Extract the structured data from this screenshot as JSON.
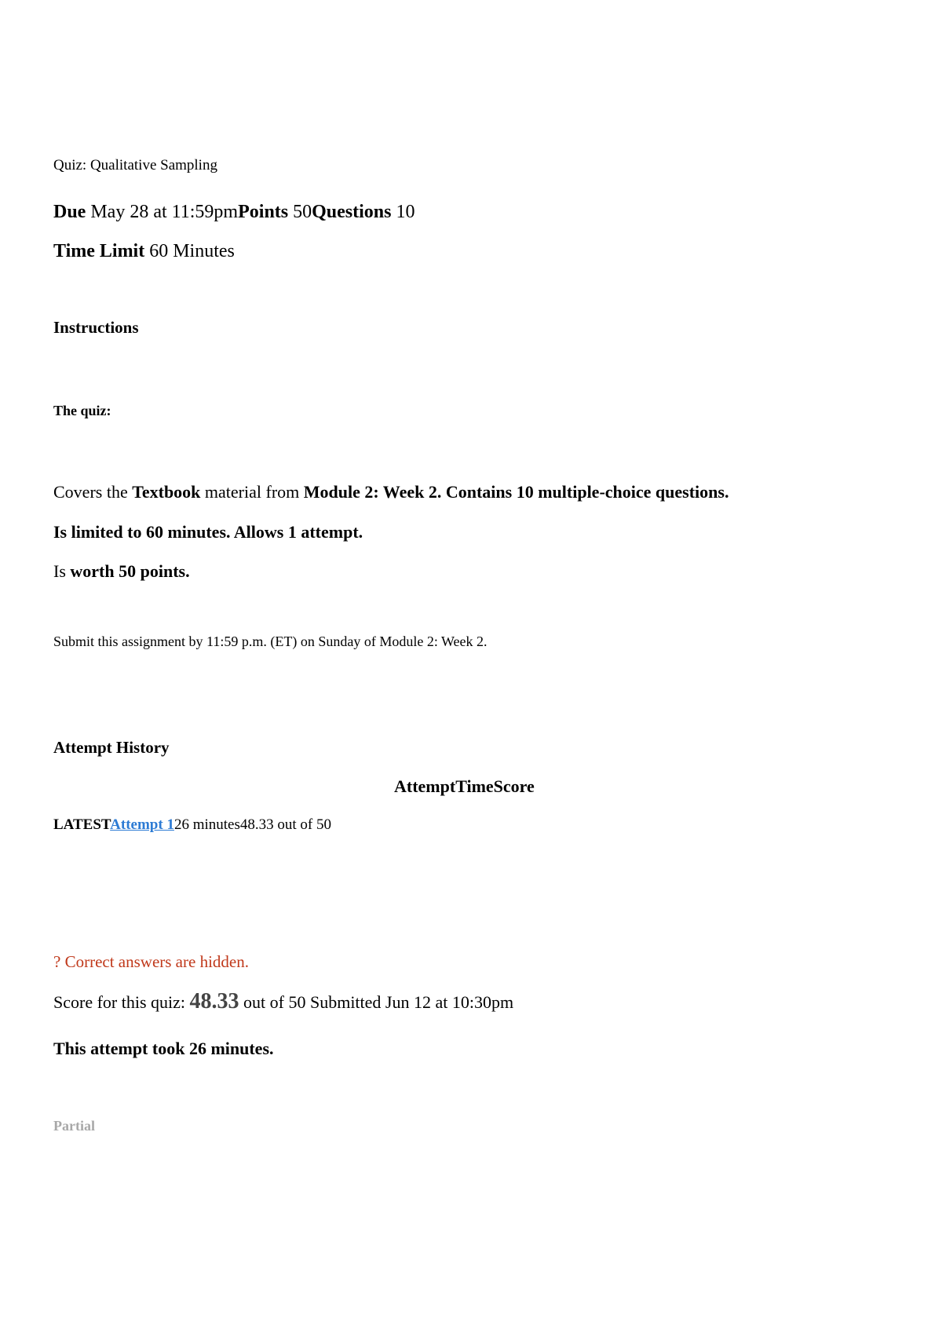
{
  "quiz": {
    "title": "Quiz: Qualitative Sampling",
    "due_label": "Due",
    "due_value": " May 28 at 11:59pm",
    "points_label": "Points",
    "points_value": " 50",
    "questions_label": "Questions",
    "questions_value": " 10",
    "time_limit_label": "Time Limit",
    "time_limit_value": " 60 Minutes"
  },
  "instructions": {
    "heading": "Instructions",
    "subheading": "The quiz:",
    "line1": {
      "t1": "Covers the ",
      "t2": "Textbook",
      "t3": " material from ",
      "t4": "Module 2: Week 2. Contains 10 multiple-choice questions."
    },
    "line2": "Is limited to 60 minutes. Allows 1 attempt.",
    "line3": {
      "t1": "Is ",
      "t2": "worth 50 points."
    },
    "submit_note": "Submit this assignment by 11:59 p.m. (ET) on Sunday of Module 2: Week 2."
  },
  "attempt_history": {
    "heading": "Attempt History",
    "columns_header": "AttemptTimeScore",
    "rows": [
      {
        "badge": "LATEST",
        "attempt": "Attempt 1",
        "time": "26 minutes",
        "score": "48.33 out of 50"
      }
    ]
  },
  "result": {
    "hidden_note": "? Correct answers are hidden.",
    "score_prefix": "Score for this quiz: ",
    "score_value": "48.33",
    "score_suffix": " out of 50 Submitted Jun 12 at 10:30pm",
    "took": "This attempt took 26 minutes.",
    "status": "Partial"
  },
  "colors": {
    "link": "#2d7bd4",
    "warning": "#c0391b",
    "score": "#444444",
    "muted": "#a8a8a8"
  }
}
